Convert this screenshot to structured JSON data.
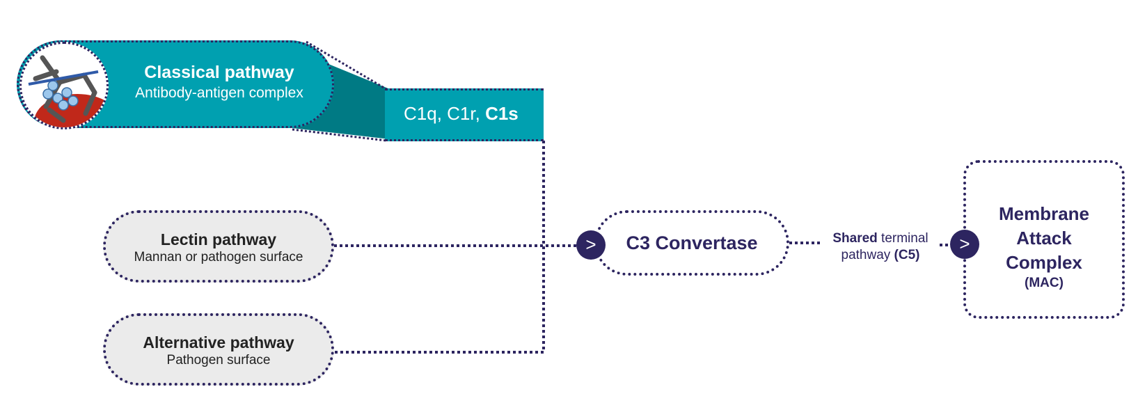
{
  "classical": {
    "title": "Classical pathway",
    "subtitle": "Antibody-antigen complex",
    "components_prefix": "C1q, C1r, ",
    "components_bold": "C1s"
  },
  "lectin": {
    "title": "Lectin pathway",
    "subtitle": "Mannan or pathogen surface"
  },
  "alternative": {
    "title": "Alternative pathway",
    "subtitle": "Pathogen surface"
  },
  "c3": {
    "label": "C3 Convertase"
  },
  "terminal": {
    "bold_word": "Shared",
    "line1_rest": " terminal",
    "line2_prefix": "pathway ",
    "line2_bold": "(C5)"
  },
  "mac": {
    "title_line1": "Membrane",
    "title_line2": "Attack",
    "title_line3": "Complex",
    "abbr": "(MAC)"
  },
  "arrows": {
    "glyph": ">"
  },
  "icons": {
    "classical": "antibody-antigen-complex-icon",
    "arrow": "chevron-right-icon"
  },
  "colors": {
    "teal": "#00a0b0",
    "dark_teal": "#007a84",
    "navy": "#2d2560",
    "grey_fill": "#ebebeb",
    "red_cell": "#c0281a"
  }
}
